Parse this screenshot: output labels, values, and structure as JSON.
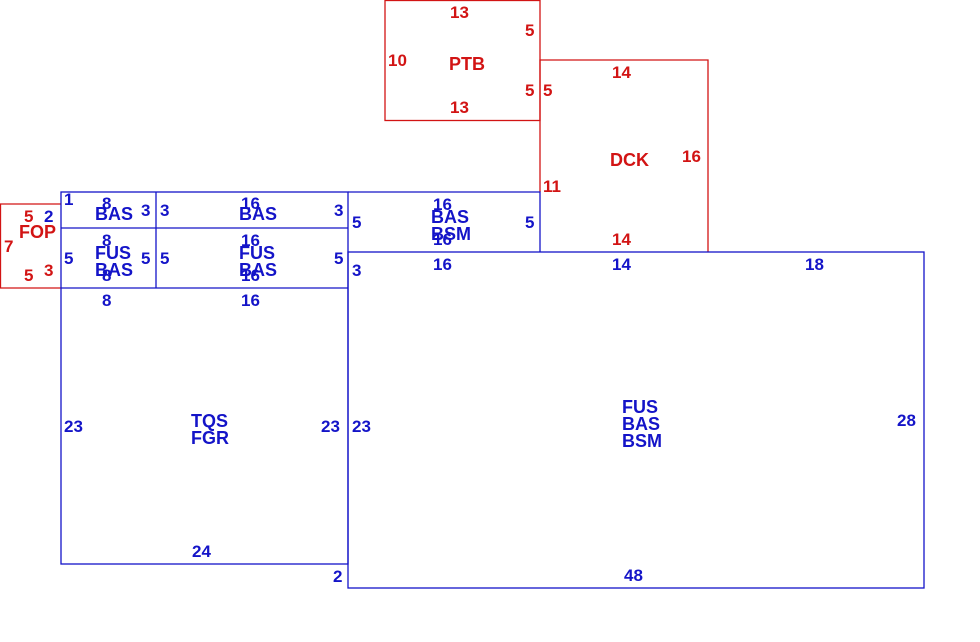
{
  "sketch": {
    "colors": {
      "structure": "#1414c8",
      "additions": "#d21414",
      "background": "#ffffff"
    },
    "areas": {
      "ptb": {
        "code": "PTB",
        "dims": {
          "top": "13",
          "right_a": "5",
          "left": "10",
          "right_b": "5",
          "bottom": "13"
        }
      },
      "dck": {
        "code": "DCK",
        "dims": {
          "top": "14",
          "left_a": "5",
          "left_b": "11",
          "right": "16",
          "bottom": "14"
        }
      },
      "fop": {
        "code": "FOP",
        "dims": {
          "top": "5",
          "left": "7",
          "bottom": "5",
          "right_a": "2",
          "right_b": "3"
        }
      },
      "left_upper": {
        "lines": [
          "BAS"
        ],
        "dims": {
          "corner": "1",
          "top": "8",
          "right": "3"
        }
      },
      "left_middle": {
        "lines": [
          "FUS",
          "BAS"
        ],
        "dims": {
          "top": "8",
          "left": "5",
          "right": "5",
          "bottom": "8"
        }
      },
      "center_upper": {
        "lines": [
          "BAS"
        ],
        "dims": {
          "top": "16",
          "left": "3",
          "right": "3"
        }
      },
      "center_middle": {
        "lines": [
          "FUS",
          "BAS"
        ],
        "dims": {
          "top": "16",
          "left": "5",
          "right": "5",
          "bottom": "16"
        }
      },
      "right_upper": {
        "lines": [
          "BAS",
          "BSM"
        ],
        "dims": {
          "top": "16",
          "left": "5",
          "right": "5",
          "bottom": "16"
        }
      },
      "lower_left": {
        "lines": [
          "TQS",
          "FGR"
        ],
        "dims": {
          "top_a": "8",
          "top_b": "16",
          "left": "23",
          "right": "23",
          "bottom": "24",
          "corner": "2"
        }
      },
      "lower_right": {
        "lines": [
          "FUS",
          "BAS",
          "BSM"
        ],
        "dims": {
          "notch": "3",
          "top_a": "16",
          "top_b": "14",
          "top_c": "18",
          "left": "23",
          "right": "28",
          "bottom": "48"
        }
      }
    }
  }
}
